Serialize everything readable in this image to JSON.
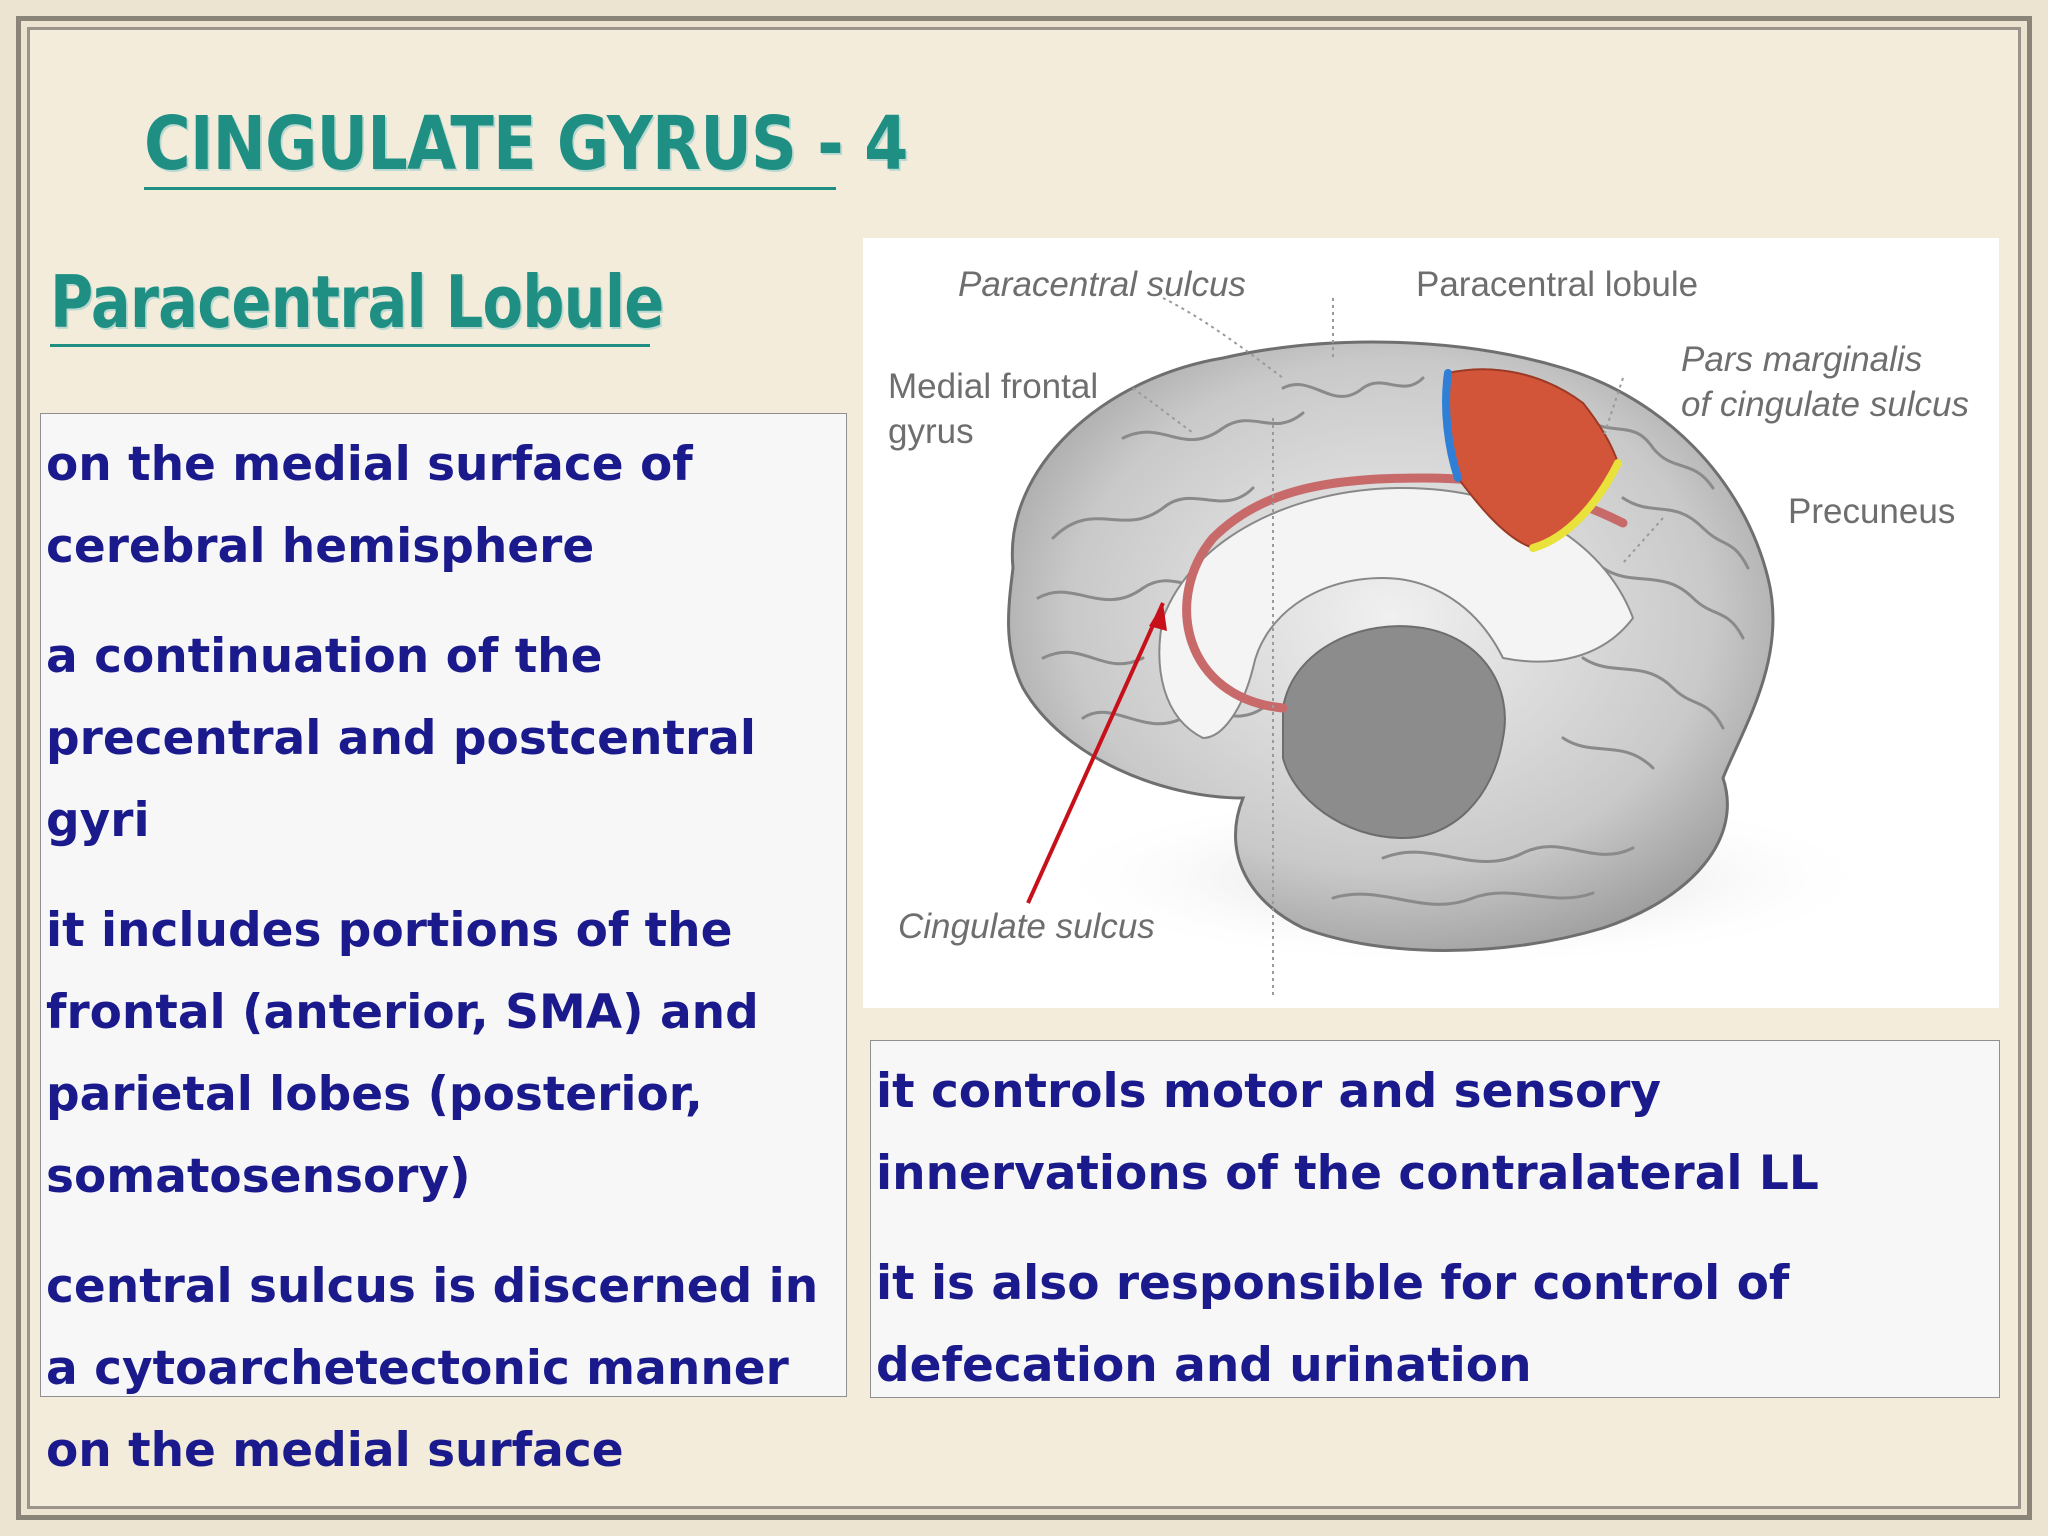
{
  "slide": {
    "title": "CINGULATE GYRUS - 4",
    "subtitle": "Paracentral Lobule"
  },
  "left_points": [
    "on the medial surface of cerebral hemisphere",
    "a continuation of the precentral and postcentral gyri",
    "it includes portions of the frontal (anterior, SMA) and parietal lobes (posterior, somatosensory)",
    "central sulcus is discerned in a cytoarchetectonic manner on the medial surface"
  ],
  "right_points": [
    "it controls motor and sensory innervations of the contralateral LL",
    "it is also responsible for control of defecation and urination"
  ],
  "figure": {
    "labels": {
      "paracentral_sulcus": "Paracentral sulcus",
      "paracentral_lobule": "Paracentral lobule",
      "medial_frontal_1": "Medial frontal",
      "medial_frontal_2": "gyrus",
      "pars_marginalis_1": "Pars marginalis",
      "pars_marginalis_2": "of cingulate sulcus",
      "precuneus": "Precuneus",
      "cingulate_sulcus": "Cingulate sulcus"
    },
    "colors": {
      "paracentral_lobule": "#d2553a",
      "paracentral_sulcus": "#2f7fd6",
      "pars_marginalis": "#e8e23a",
      "cingulate_sulcus": "#c96a6a",
      "arrow": "#c8101a"
    }
  }
}
